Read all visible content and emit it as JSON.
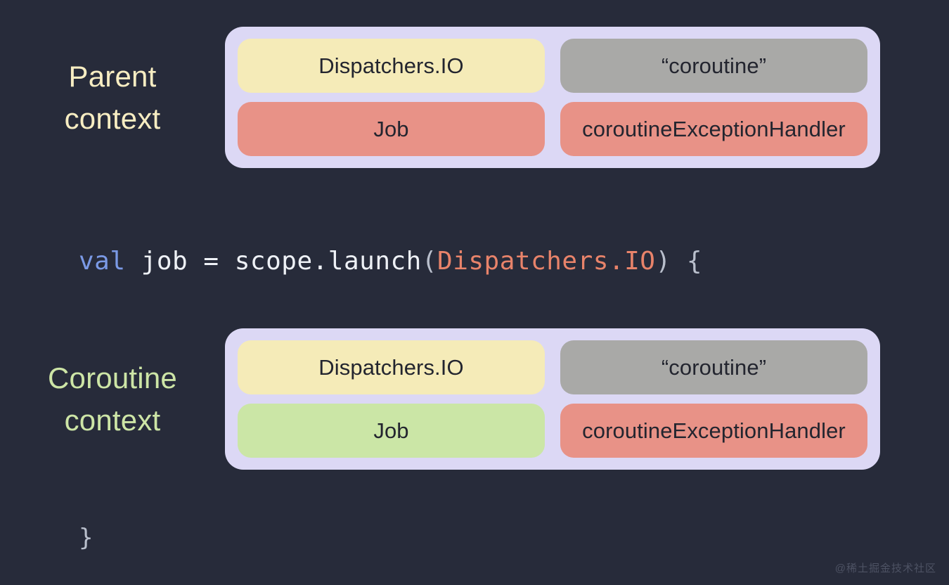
{
  "background_color": "#272b3a",
  "sections": [
    {
      "id": "parent",
      "label_line1": "Parent",
      "label_line2": "context",
      "label_color": "#f7edc2",
      "container_color": "#dcd8f5",
      "chips": [
        {
          "label": "Dispatchers.IO",
          "color": "#f5ebb8",
          "swatch": "yellow"
        },
        {
          "label": "“coroutine”",
          "color": "#a9a9a7",
          "swatch": "gray"
        },
        {
          "label": "Job",
          "color": "#e89287",
          "swatch": "red"
        },
        {
          "label": "coroutineExceptionHandler",
          "color": "#e89287",
          "swatch": "red"
        }
      ]
    },
    {
      "id": "coroutine",
      "label_line1": "Coroutine",
      "label_line2": "context",
      "label_color": "#cde5a6",
      "container_color": "#dcd8f5",
      "chips": [
        {
          "label": "Dispatchers.IO",
          "color": "#f5ebb8",
          "swatch": "yellow"
        },
        {
          "label": "“coroutine”",
          "color": "#a9a9a7",
          "swatch": "gray"
        },
        {
          "label": "Job",
          "color": "#cbe6a6",
          "swatch": "green"
        },
        {
          "label": "coroutineExceptionHandler",
          "color": "#e89287",
          "swatch": "red"
        }
      ]
    }
  ],
  "code": {
    "launch_line": {
      "full_text": "val job = scope.launch(Dispatchers.IO) {",
      "tokens": {
        "keyword": "val",
        "keyword_color": "#7b9ae6",
        "middle": " job = scope.launch",
        "middle_color": "#eef1f6",
        "open_paren": "(",
        "type": "Dispatchers.IO",
        "type_color": "#e8836a",
        "close_paren": ")",
        "open_brace": " {",
        "punctuation_color": "#b9bfcc"
      }
    },
    "close_line": {
      "full_text": "}",
      "color": "#b9bfcc"
    }
  },
  "watermark": {
    "text": "@稀土掘金技术社区",
    "color": "#4d5263"
  }
}
